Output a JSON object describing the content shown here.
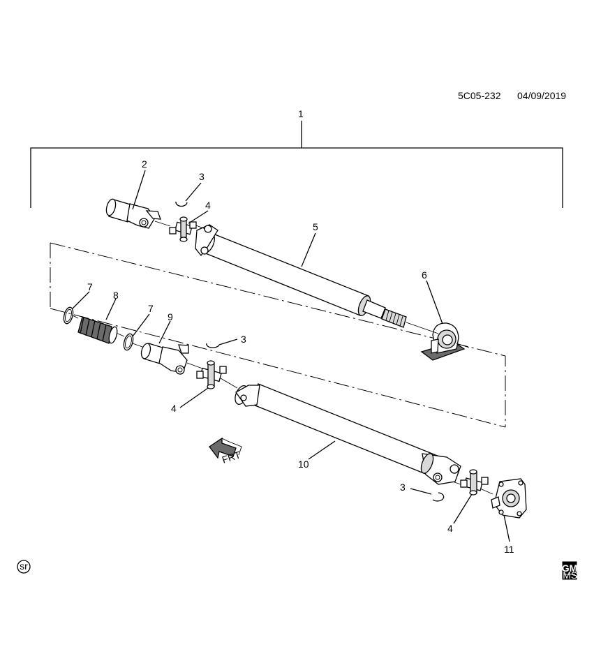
{
  "header": {
    "diagram_id": "5C05-232",
    "date": "04/09/2019"
  },
  "callouts": {
    "c1": "1",
    "c2": "2",
    "c3a": "3",
    "c4a": "4",
    "c5": "5",
    "c6": "6",
    "c7a": "7",
    "c8": "8",
    "c7b": "7",
    "c9": "9",
    "c3b": "3",
    "c4b": "4",
    "c10": "10",
    "c3c": "3",
    "c4c": "4",
    "c11": "11"
  },
  "direction_arrow": {
    "label": "FRT"
  },
  "badges": {
    "sr": "sr",
    "brand_top": "GM",
    "brand_bottom": "GMSA"
  }
}
